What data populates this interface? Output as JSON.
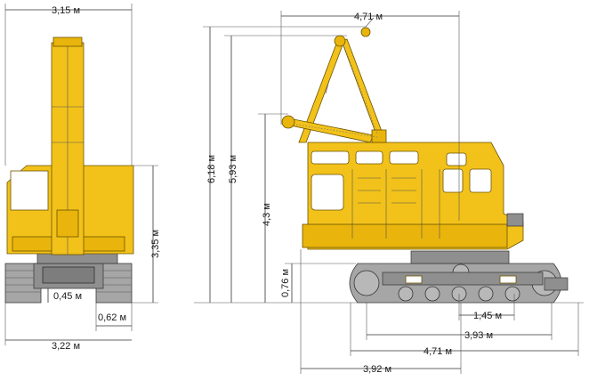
{
  "dimensions": {
    "front_top_width": "3,15 м",
    "front_total_height": "3,35 м",
    "front_ground_clearance": "0,45 м",
    "front_track_width": "0,62 м",
    "front_total_width": "3,22 м",
    "side_boom_reach": "4,71 м",
    "side_height_max": "6,18 м",
    "side_height_hook": "5,93 м",
    "side_height_boom_low": "4,3 м",
    "side_height_track": "0,76 м",
    "side_wheel_span": "1,45 м",
    "side_track_length": "3,93 м",
    "side_total_length": "4,71 м",
    "side_body_length": "3,92 м"
  },
  "colors": {
    "body": "#f2c21a",
    "track": "#a6a6a6",
    "outline": "#6b5200"
  }
}
